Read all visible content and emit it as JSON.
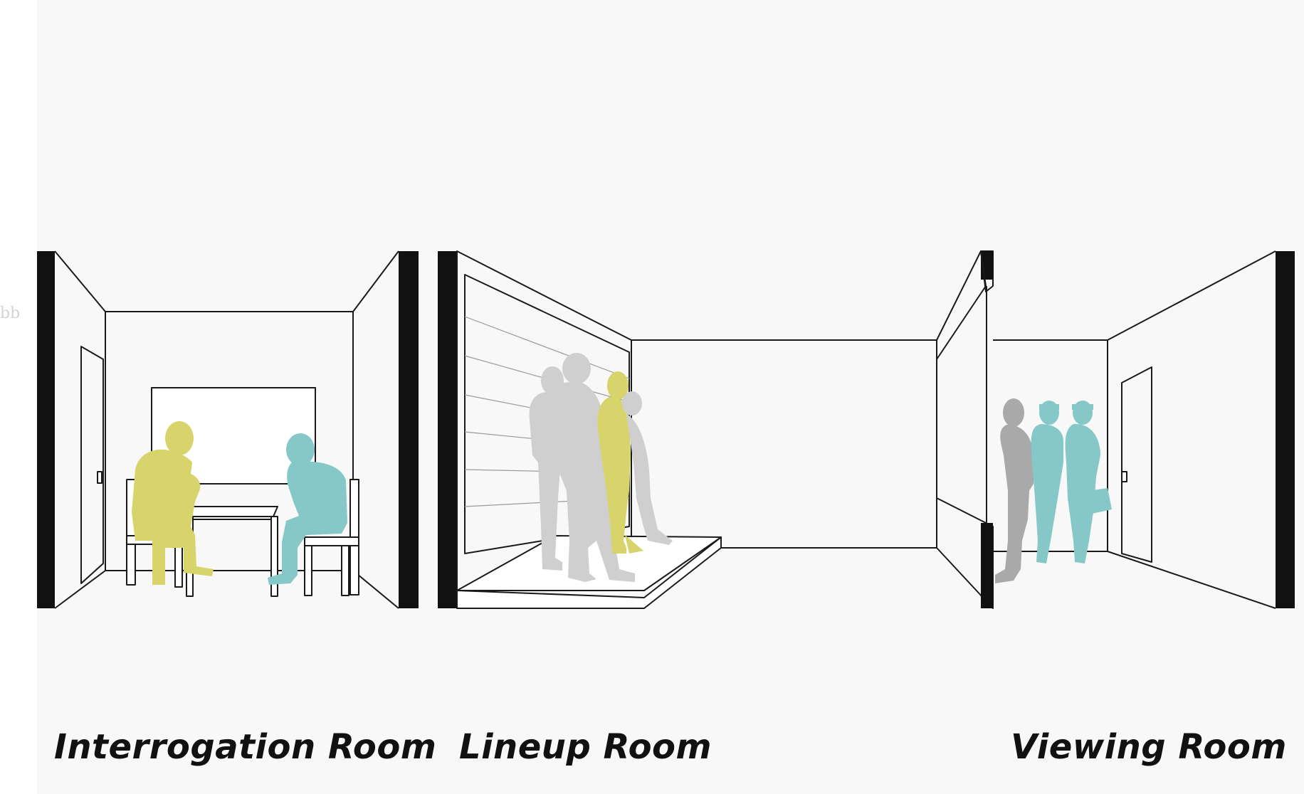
{
  "edge_text": "bb",
  "labels": {
    "interrogation": "Interrogation Room",
    "lineup": "Lineup Room",
    "viewing": "Viewing Room"
  },
  "colors": {
    "background": "#f8f8f8",
    "wall_line": "#1a1a1a",
    "wall_solid": "#111111",
    "suspect": "#d6d46a",
    "officer": "#86c8c8",
    "filler": "#cfcfcf",
    "witness": "#a9a9a9"
  },
  "icons": {
    "interrogation": [
      "suspect-figure-icon",
      "officer-figure-icon",
      "table-icon",
      "chair-icon",
      "door-icon",
      "mirror-window-icon"
    ],
    "lineup": [
      "filler-figure-icon",
      "suspect-figure-icon",
      "lineup-platform-icon",
      "height-chart-wall-icon"
    ],
    "viewing": [
      "witness-figure-icon",
      "officer-figure-icon",
      "door-icon",
      "one-way-glass-icon"
    ]
  }
}
